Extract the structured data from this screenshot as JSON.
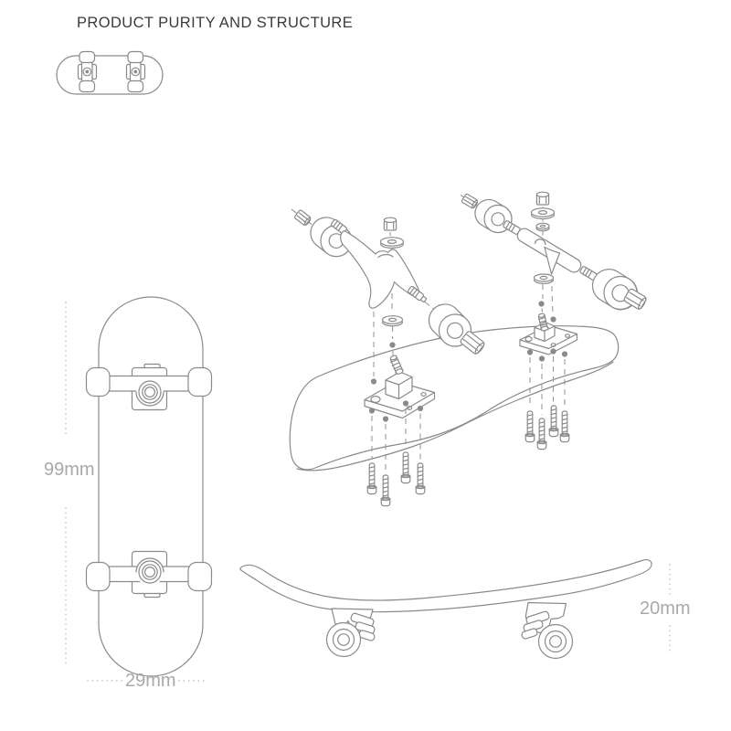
{
  "header": {
    "title": "PRODUCT PURITY AND STRUCTURE"
  },
  "figures": {
    "thumbnail": {
      "icon": "fingerboard-bottom-view-icon"
    },
    "top_view": {
      "icon": "fingerboard-top-view-drawing"
    },
    "exploded_view": {
      "icon": "fingerboard-exploded-assembly-drawing"
    },
    "side_view": {
      "icon": "fingerboard-side-view-drawing"
    }
  },
  "dimensions": {
    "length": {
      "label": "99mm"
    },
    "width": {
      "label": "29mm"
    },
    "height": {
      "label": "20mm"
    }
  },
  "colors": {
    "background": "#ffffff",
    "line": "#8a8a8a",
    "dash": "#9a9a9a",
    "dim_dotted": "#c6c6c6",
    "dim_text": "#a9a9a9",
    "title_text": "#3b3b3b",
    "dot": "#8a8a8a"
  }
}
